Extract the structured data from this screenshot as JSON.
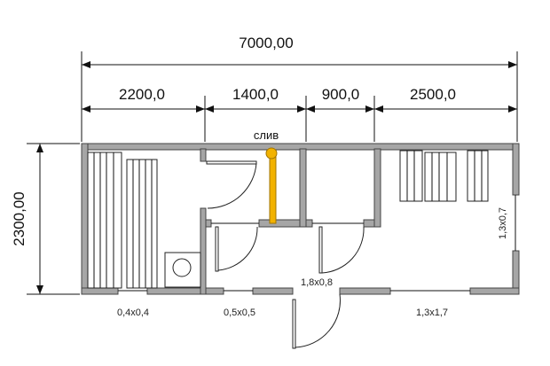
{
  "dimensions": {
    "total_width": "7000,00",
    "segments": [
      "2200,0",
      "1400,0",
      "900,0",
      "2500,0"
    ],
    "height": "2300,00"
  },
  "labels": {
    "drain": "слив",
    "window_sauna": "0,4x0,4",
    "window_wash": "0,5x0,5",
    "window_rest_bottom": "1,3x1,7",
    "window_rest_side": "1,3x0,7",
    "entrance_door": "1,8x0,8"
  },
  "colors": {
    "wall": "#a6a6a6",
    "pipe": "#f2b200"
  }
}
